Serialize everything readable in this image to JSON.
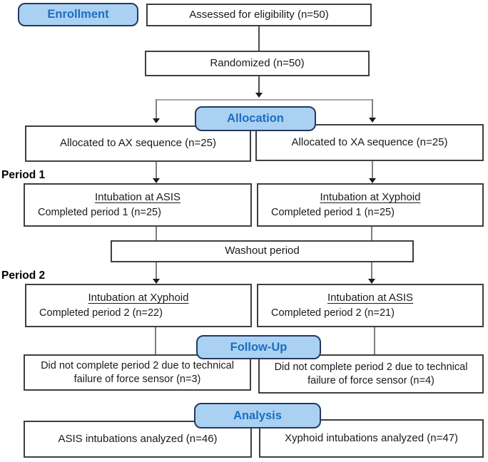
{
  "stages": {
    "enrollment": "Enrollment",
    "allocation": "Allocation",
    "followup": "Follow-Up",
    "analysis": "Analysis"
  },
  "labels": {
    "period1": "Period 1",
    "period2": "Period 2"
  },
  "boxes": {
    "assessed": "Assessed for eligibility (n=50)",
    "randomized": "Randomized (n=50)",
    "alloc_left": "Allocated to AX sequence (n=25)",
    "alloc_right": "Allocated to XA sequence (n=25)",
    "p1_left_title": "Intubation at ASIS",
    "p1_left_sub": "Completed period 1 (n=25)",
    "p1_right_title": "Intubation at Xyphoid",
    "p1_right_sub": "Completed period 1 (n=25)",
    "washout": "Washout period",
    "p2_left_title": "Intubation at Xyphoid",
    "p2_left_sub": "Completed period 2 (n=22)",
    "p2_right_title": "Intubation at ASIS",
    "p2_right_sub": "Completed period 2 (n=21)",
    "dnc_left": "Did not complete period 2 due to technical failure of force sensor (n=3)",
    "dnc_right": "Did not complete period 2 due to technical failure of force sensor (n=4)",
    "analysis_left": "ASIS intubations analyzed (n=46)",
    "analysis_right": "Xyphoid intubations analyzed (n=47)"
  },
  "colors": {
    "stage_fill": "#abd1f2",
    "stage_border": "#24395e",
    "stage_text": "#1b6ec2",
    "box_border": "#3f3f3f",
    "stem": "#7f7f7f",
    "arrowhead": "#1a1a1a"
  }
}
